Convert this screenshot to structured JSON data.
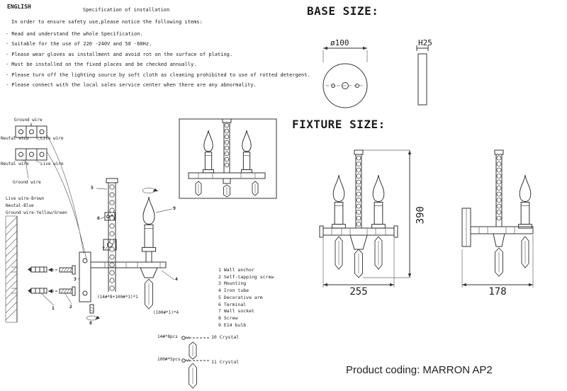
{
  "page": {
    "language": "ENGLISH",
    "title": "Specification of installation",
    "intro": "In order to ensure safety use,please notice the following items:",
    "bullet": "·",
    "safety_items": [
      "Read and understand the whole Specification.",
      "Suitable for the use of 220 -240V and 50 -60Hz.",
      "Please wear gloves as installment and avoid rot on the surface of plating.",
      "Must be installed on the fixed places and be checked annually.",
      "Please turn off the lighting source by soft cloth as cleaning prohibited to use of rotted detergent.",
      "Please connect with the local sales service center when there are any abnormality."
    ]
  },
  "base_size": {
    "heading": "BASE SIZE:",
    "diameter": "ø100",
    "height": "H25"
  },
  "fixture_size": {
    "heading": "FIXTURE SIZE:",
    "height_mm": "390",
    "width_front_mm": "255",
    "depth_side_mm": "178"
  },
  "wiring": {
    "ground_top": "Ground wire",
    "neutral_1": "Neutal wire",
    "live_1": "Live wire",
    "neutral_2": "Neutal wire",
    "live_2": "Live wire",
    "ground_bottom": "Ground wire",
    "legend": [
      "Live wire-Brown",
      "Neutal-Blue",
      "Ground wire-Yellow/Green"
    ]
  },
  "assembly": {
    "note_mounting_screws": "(14#*8+100#*1)*1",
    "note_arm_screws": "(100#*1)*4"
  },
  "parts": [
    {
      "num": "1",
      "label": "Wall anchor"
    },
    {
      "num": "2",
      "label": "Self-tapping screw"
    },
    {
      "num": "3",
      "label": "Mounting"
    },
    {
      "num": "4",
      "label": "Iron tube"
    },
    {
      "num": "5",
      "label": "Decorative arm"
    },
    {
      "num": "6",
      "label": "Terminal"
    },
    {
      "num": "7",
      "label": "Wall socket"
    },
    {
      "num": "8",
      "label": "Screw"
    },
    {
      "num": "9",
      "label": "E14 bulb"
    },
    {
      "num": "10",
      "label": "Crystal",
      "qty": "14#*8pcs"
    },
    {
      "num": "11",
      "label": "Crystal",
      "qty": "100#*5pcs"
    }
  ],
  "footer": {
    "coding_label": "Product coding:",
    "coding_value": "MARRON AP2"
  },
  "colors": {
    "ink": "#1c1c1c",
    "line": "#333333",
    "background": "#ffffff"
  }
}
